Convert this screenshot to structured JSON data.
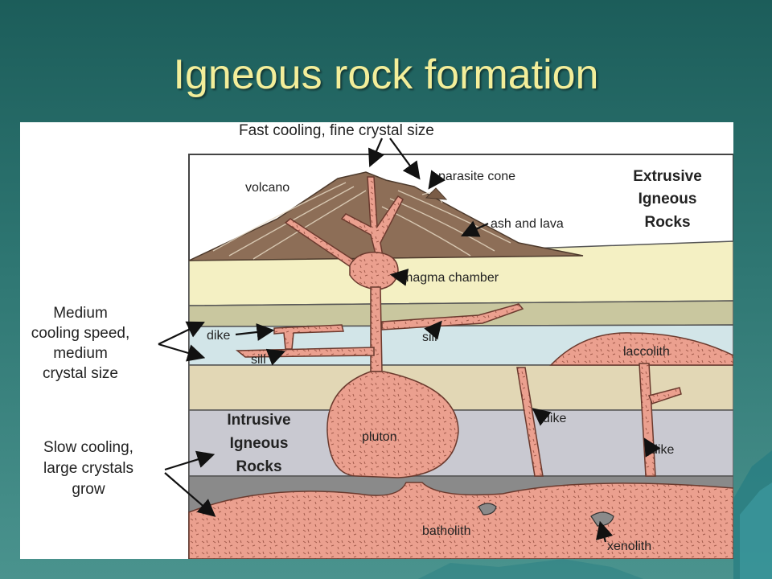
{
  "slide": {
    "title": "Igneous rock formation"
  },
  "diagram": {
    "top_caption": "Fast cooling, fine crystal size",
    "labels": {
      "volcano": "volcano",
      "parasite_cone": "parasite cone",
      "ash_and_lava": "ash and lava",
      "magma_chamber": "magma chamber",
      "dike_left": "dike",
      "sill_left": "sill",
      "sill_right": "sill",
      "laccolith": "laccolith",
      "dike_middle": "dike",
      "dike_right": "dike",
      "pluton": "pluton",
      "batholith": "batholith",
      "xenolith": "xenolith"
    },
    "extrusive_heading": [
      "Extrusive",
      "Igneous",
      "Rocks"
    ],
    "intrusive_heading": [
      "Intrusive",
      "Igneous",
      "Rocks"
    ],
    "medium_note": [
      "Medium",
      "cooling speed,",
      "medium",
      "crystal size"
    ],
    "slow_note": [
      "Slow cooling,",
      "large crystals",
      "grow"
    ]
  },
  "colors": {
    "title": "#f3ee9a",
    "magma": "#eba08f",
    "magma_outline": "#6b3a2e",
    "volcano": "#8d6e57",
    "layer_cream": "#f4f0c3",
    "layer_olive": "#c9c79f",
    "layer_blue": "#d2e5e8",
    "layer_tan": "#e2d7b5",
    "layer_grey": "#c9c9d1",
    "layer_dark": "#8a8a8a"
  }
}
